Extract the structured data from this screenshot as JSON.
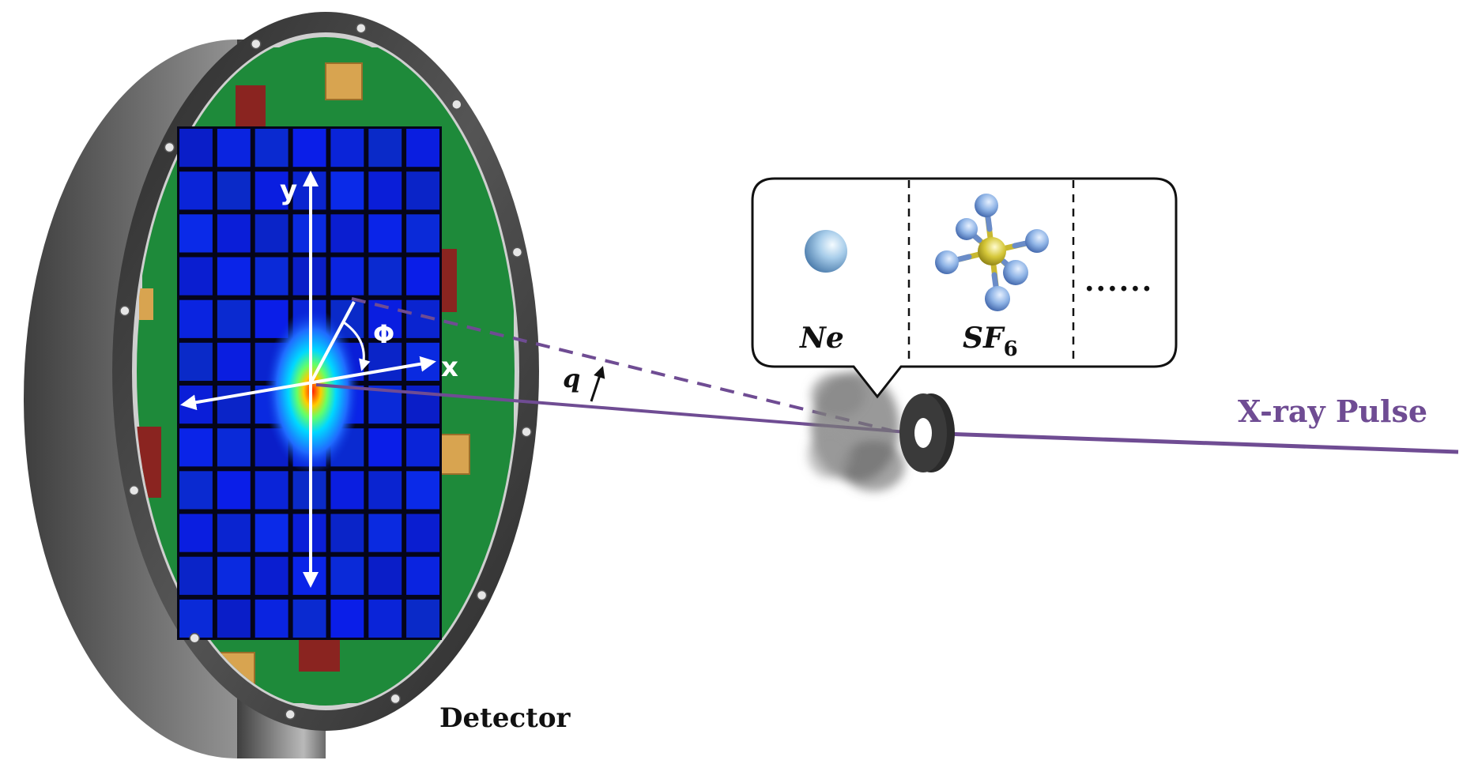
{
  "labels": {
    "detector": "Detector",
    "xray_pulse": "X-ray Pulse",
    "axis_x": "x",
    "axis_y": "y",
    "angle_phi": "Φ",
    "momentum_q": "q",
    "sample_ne": "Ne",
    "sample_sf_base": "SF",
    "sample_sf_sub": "6",
    "more_samples": "......"
  },
  "colors": {
    "beam": "#6f4c93",
    "detector_panel": "#0a2bd6",
    "board": "#1e8a3a",
    "ring": "#5a5a5a",
    "connector_red": "#8a2420",
    "connector_tan": "#d8a450",
    "atom_blue": "#8fb4e6",
    "sulfur_yellow": "#d6c83a",
    "text": "#111111"
  },
  "icons": {
    "ne_atom": "sphere-icon",
    "sf6_molecule": "molecule-icon",
    "sample_cloud": "gas-cloud-icon",
    "aperture": "ring-aperture-icon"
  }
}
